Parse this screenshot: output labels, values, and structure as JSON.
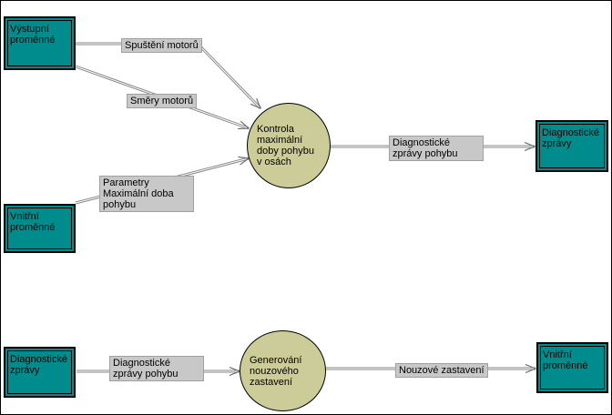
{
  "entities": {
    "vystupni_promenne": "Výstupní proměnné",
    "vnitrni_promenne_top": "Vnitřní proměnné",
    "diagnosticke_zpravy_right": "Diagnostické zprávy",
    "diagnosticke_zpravy_left": "Diagnostické zprávy",
    "vnitrni_promenne_bottom": "Vnitřní proměnné"
  },
  "processes": {
    "kontrola": "Kontrola maximální doby pohybu v osách",
    "generovani": "Generování nouzového zastavení"
  },
  "flows": {
    "spusteni_motoru": "Spuštění motorů",
    "smery_motoru": "Směry motorů",
    "parametry": "Parametry Maximální doba pohybu",
    "diag_out": "Diagnostické zprávy pohybu",
    "diag_in": "Diagnostické zprávy pohybu",
    "nouzove": "Nouzové zastavení"
  },
  "colors": {
    "entity": "#008c8c",
    "process": "#cccc99",
    "label": "#c8c8c8",
    "line": "#808080"
  }
}
